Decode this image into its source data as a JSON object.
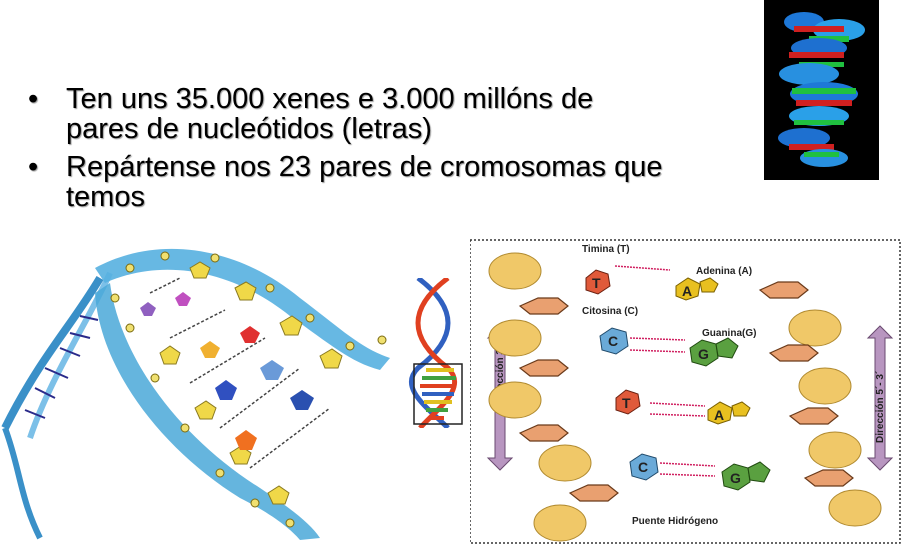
{
  "bullets": [
    {
      "symbol": "•",
      "text_line1": "Ten uns 35.000 xenes e 3.000 millóns de",
      "text_line2": "pares de nucleótidos (letras)"
    },
    {
      "symbol": "•",
      "text_line1": "Repártense nos 23 pares de cromosomas que",
      "text_line2": "temos"
    }
  ],
  "diagram": {
    "timina_label": "Timina (T)",
    "adenina_label": "Adenina (A)",
    "citosina_label": "Citosina (C)",
    "guanina_label": "Guanina(G)",
    "puente_label": "Puente Hidrógeno",
    "direction_left": "Dirección 3´- 5´",
    "direction_right": "Dirección 5´- 3´",
    "base_pairs": [
      {
        "left": "T",
        "right": "A"
      },
      {
        "left": "C",
        "right": "G"
      },
      {
        "left": "T",
        "right": "A"
      },
      {
        "left": "C",
        "right": "G"
      }
    ]
  },
  "colors": {
    "timina": "#e05a3a",
    "adenina": "#e8c020",
    "citosina": "#6aaad8",
    "guanina": "#5aa040",
    "sugar": "#e9a070",
    "phosphate": "#f0c868",
    "arrow": "#b896c0",
    "helix_blue": "#4aa8d8"
  }
}
